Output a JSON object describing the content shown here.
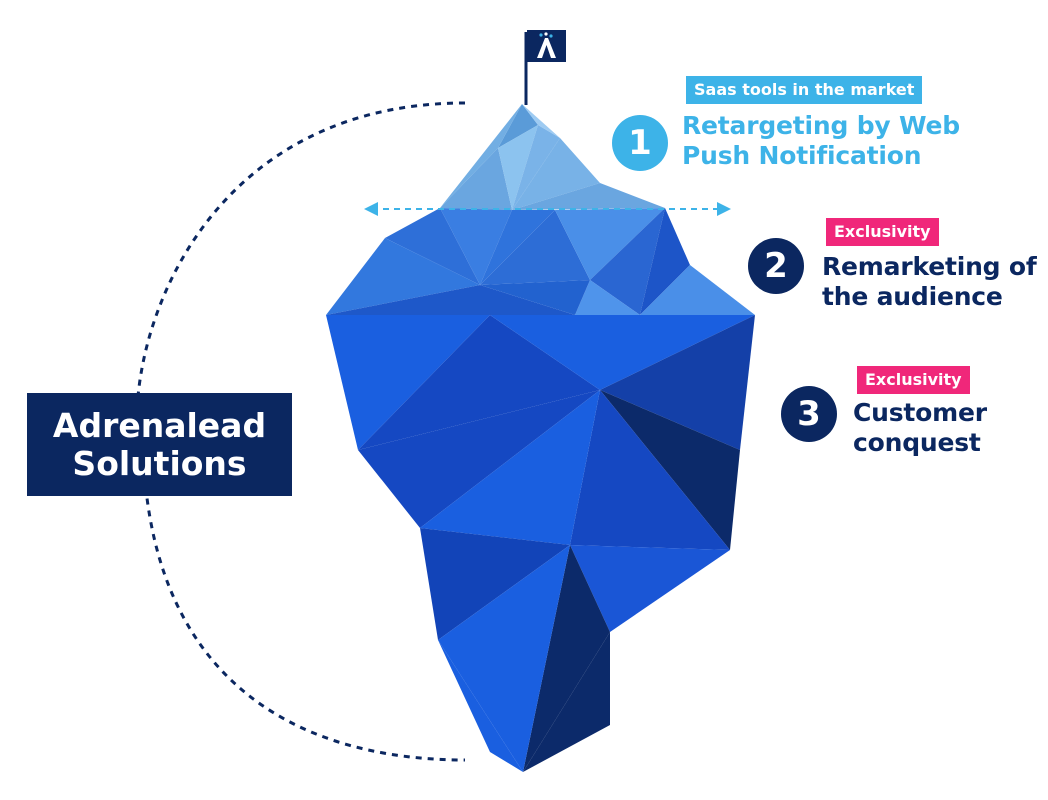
{
  "colors": {
    "navy": "#0b2760",
    "light_blue": "#3db3e8",
    "pink": "#f0277a"
  },
  "brand": {
    "line1": "Adrenalead",
    "line2": "Solutions"
  },
  "flag_icon": "letter-a-logo",
  "items": [
    {
      "number": "1",
      "badge": "Saas tools in the market",
      "title_line1": "Retargeting by Web",
      "title_line2": "Push Notification"
    },
    {
      "number": "2",
      "badge": "Exclusivity",
      "title_line1": "Remarketing of",
      "title_line2": "the audience"
    },
    {
      "number": "3",
      "badge": "Exclusivity",
      "title_line1": "Customer",
      "title_line2": "conquest"
    }
  ]
}
